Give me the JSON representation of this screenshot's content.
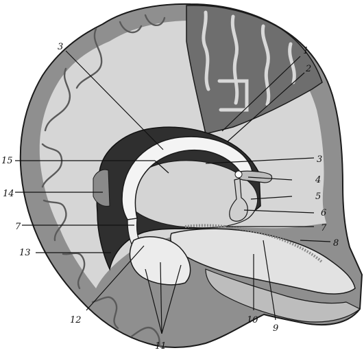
{
  "figure": {
    "colors": {
      "white_matter": "#d9d9d9",
      "gray_matter": "#9a9a9a",
      "dark_cortex": "#6f6f6f",
      "ventricle_wall": "#f2f2f2",
      "deep_shadow": "#3a3a3a",
      "outline": "#1a1a1a"
    },
    "labels": [
      {
        "id": "1",
        "text": "1"
      },
      {
        "id": "2",
        "text": "2"
      },
      {
        "id": "3a",
        "text": "3"
      },
      {
        "id": "3b",
        "text": "3"
      },
      {
        "id": "4",
        "text": "4"
      },
      {
        "id": "5",
        "text": "5"
      },
      {
        "id": "6",
        "text": "6"
      },
      {
        "id": "7a",
        "text": "7"
      },
      {
        "id": "7b",
        "text": "7"
      },
      {
        "id": "8",
        "text": "8"
      },
      {
        "id": "9",
        "text": "9"
      },
      {
        "id": "10",
        "text": "10"
      },
      {
        "id": "11",
        "text": "11"
      },
      {
        "id": "12",
        "text": "12"
      },
      {
        "id": "13",
        "text": "13"
      },
      {
        "id": "14",
        "text": "14"
      },
      {
        "id": "15",
        "text": "15"
      }
    ]
  }
}
